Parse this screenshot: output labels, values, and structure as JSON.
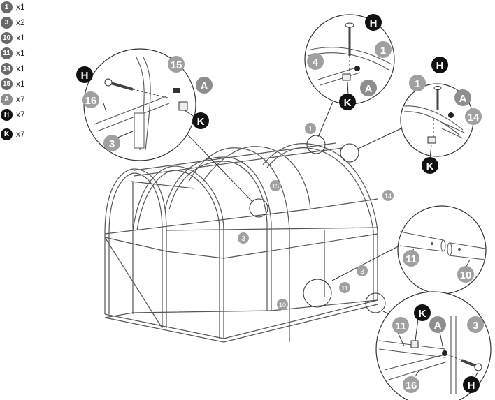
{
  "legend": [
    {
      "id": "1",
      "qty": "x1",
      "color": "#6a6a6a"
    },
    {
      "id": "3",
      "qty": "x2",
      "color": "#6a6a6a"
    },
    {
      "id": "10",
      "qty": "x1",
      "color": "#6a6a6a"
    },
    {
      "id": "11",
      "qty": "x1",
      "color": "#6a6a6a"
    },
    {
      "id": "14",
      "qty": "x1",
      "color": "#6a6a6a"
    },
    {
      "id": "15",
      "qty": "x1",
      "color": "#6a6a6a"
    },
    {
      "id": "A",
      "qty": "x7",
      "color": "#8e8e8e"
    },
    {
      "id": "H",
      "qty": "x7",
      "color": "#111111"
    },
    {
      "id": "K",
      "qty": "x7",
      "color": "#111111"
    }
  ],
  "callouts": {
    "top_left": {
      "tube_a": "15",
      "tube_b": "16",
      "tube_c": "3",
      "screw": "H",
      "nut": "A",
      "cap": "K"
    },
    "top_center": {
      "screw": "H",
      "tube_a": "4",
      "tube_b": "1",
      "nut": "A",
      "cap": "K"
    },
    "right": {
      "screw": "H",
      "tube_a": "1",
      "nut": "A",
      "tube_b": "14",
      "cap": "K"
    },
    "mid_right": {
      "tube_a": "11",
      "tube_b": "10"
    },
    "bottom_right": {
      "cap": "K",
      "nut": "A",
      "tube_a": "11",
      "tube_b": "3",
      "tube_c": "16",
      "screw": "H"
    }
  },
  "frame_labels": {
    "l1": "1",
    "l15": "15",
    "l14": "14",
    "l3a": "3",
    "l3b": "3",
    "l11": "11",
    "l10": "10"
  },
  "colors": {
    "line": "#555555",
    "grey_badge": "#8e8e8e",
    "dark_badge": "#111111",
    "num_badge": "#a0a0a0"
  }
}
